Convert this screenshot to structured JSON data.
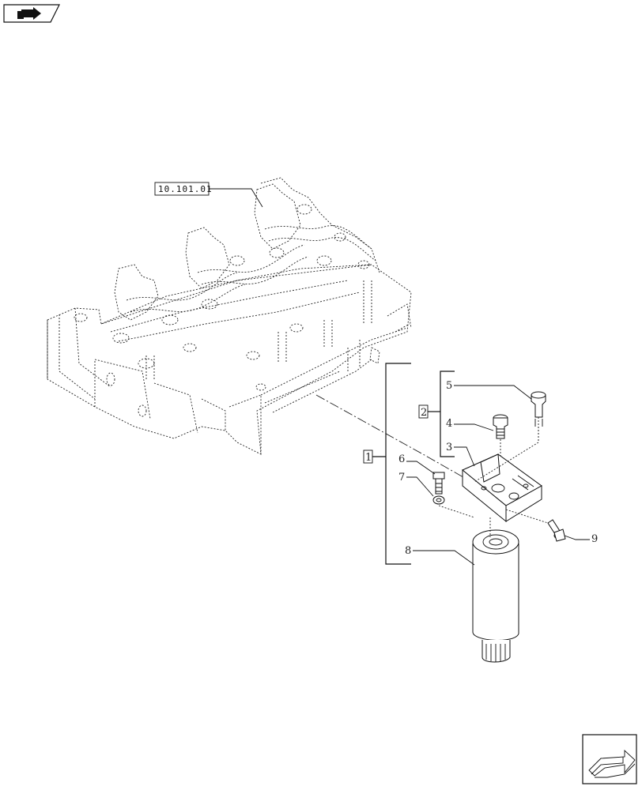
{
  "reference_label": "10.101.01",
  "callouts": {
    "c1": "1",
    "c2": "2",
    "c3": "3",
    "c4": "4",
    "c5": "5",
    "c6": "6",
    "c7": "7",
    "c8": "8",
    "c9": "9"
  },
  "icons": {
    "top_left": "book-arrow-icon",
    "bottom_right": "next-page-arrow-icon"
  }
}
